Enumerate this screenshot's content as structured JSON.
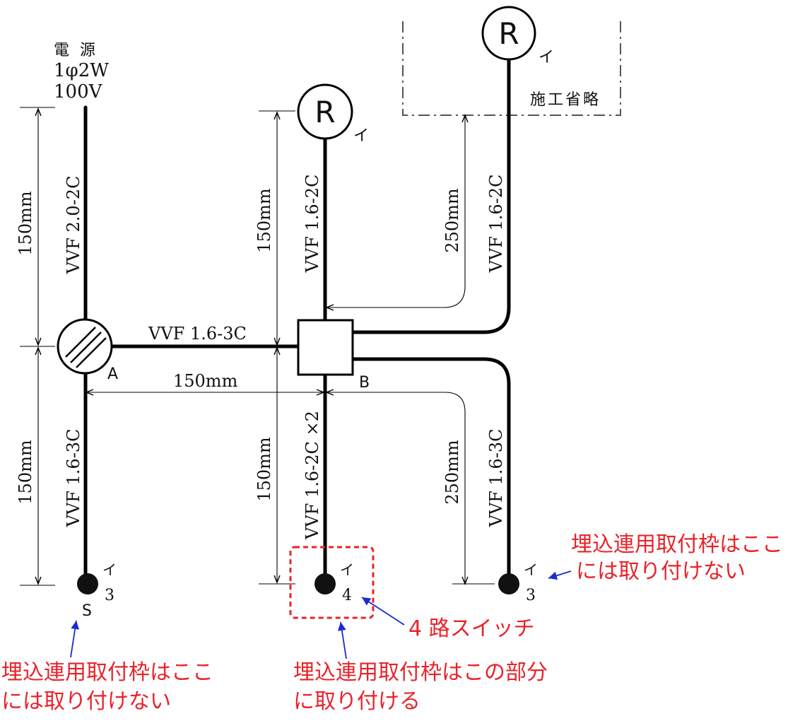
{
  "power": {
    "line1": "電 源",
    "line2": "1φ2W",
    "line3": "100V"
  },
  "cables": {
    "power_feed": "VVF 2.0-2C",
    "a_to_b": "VVF 1.6-3C",
    "a_to_switch_s": "VVF 1.6-3C",
    "b_to_lamp": "VVF 1.6-2C",
    "b_to_switch_4": "VVF 1.6-2C ×2",
    "b_to_lamp_omitted": "VVF 1.6-2C",
    "b_to_switch_3": "VVF 1.6-3C"
  },
  "dimensions": {
    "power_feed": "150mm",
    "a_to_switch_s": "150mm",
    "a_to_b": "150mm",
    "b_to_lamp": "150mm",
    "b_to_switch_4": "150mm",
    "b_to_lamp_omitted": "250mm",
    "b_to_switch_3": "250mm"
  },
  "boxes": {
    "joint_a": "A",
    "joint_b": "B"
  },
  "fixtures": {
    "lamp_label": "R",
    "lamp_circuit": "イ",
    "omitted_note": "施工省略",
    "switch_left_circuit": "イ",
    "switch_left_type": "3",
    "switch_left_mark": "S",
    "switch_mid_circuit": "イ",
    "switch_mid_type": "4",
    "switch_right_circuit": "イ",
    "switch_right_type": "3"
  },
  "annotations": {
    "right_note_line1": "埋込連用取付枠はここ",
    "right_note_line2": "には取り付けない",
    "four_way_switch": "4 路スイッチ",
    "left_note_line1": "埋込連用取付枠はここ",
    "left_note_line2": "には取り付けない",
    "mid_note_line1": "埋込連用取付枠はこの部分",
    "mid_note_line2": "に取り付ける"
  },
  "colors": {
    "drawing": "#000000",
    "annotation_text": "#e8232a",
    "annotation_arrow": "#1a2ad6",
    "highlight_box": "#e8232a"
  }
}
